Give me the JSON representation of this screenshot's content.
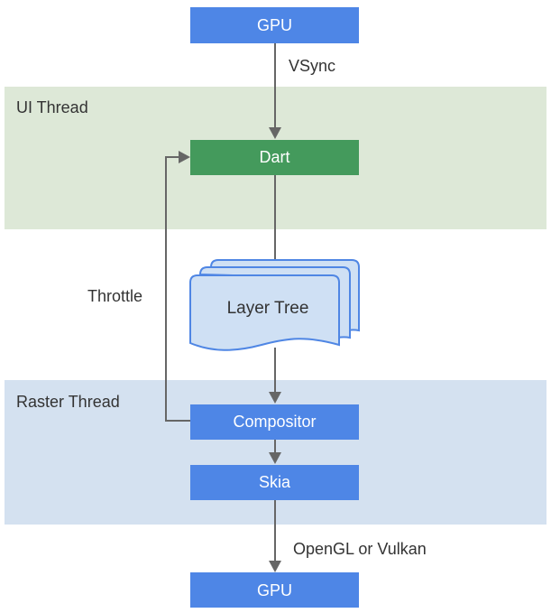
{
  "lanes": {
    "ui": {
      "label": "UI Thread",
      "color": "#dde8d7"
    },
    "raster": {
      "label": "Raster Thread",
      "color": "#d4e1f0"
    }
  },
  "nodes": {
    "gpu_top": {
      "label": "GPU",
      "color": "#4e86e6"
    },
    "dart": {
      "label": "Dart",
      "color": "#449a5c"
    },
    "layer_tree": {
      "label": "Layer Tree",
      "fill": "#cfe0f4",
      "stroke": "#4f86e4"
    },
    "compositor": {
      "label": "Compositor",
      "color": "#4e86e6"
    },
    "skia": {
      "label": "Skia",
      "color": "#4e86e6"
    },
    "gpu_bottom": {
      "label": "GPU",
      "color": "#4e86e6"
    }
  },
  "edges": {
    "vsync": {
      "label": "VSync"
    },
    "throttle": {
      "label": "Throttle"
    },
    "opengl": {
      "label": "OpenGL or Vulkan"
    }
  },
  "colors": {
    "arrow": "#666666",
    "text": "#333333",
    "box_text": "#ffffff"
  }
}
